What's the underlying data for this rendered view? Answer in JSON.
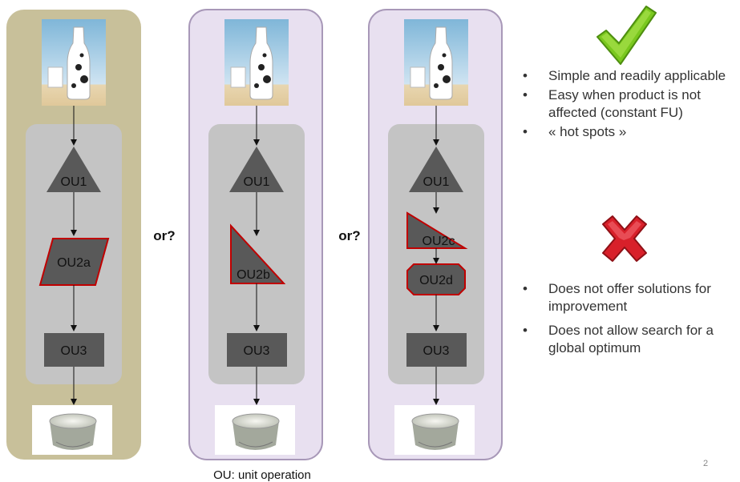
{
  "columns": [
    {
      "op1": "OU1",
      "op2a": "OU2a",
      "op3": "OU3"
    },
    {
      "op1": "OU1",
      "op2a": "OU2b",
      "op3": "OU3"
    },
    {
      "op1": "OU1",
      "op2a": "OU2c",
      "op2b": "OU2d",
      "op3": "OU3"
    }
  ],
  "or_labels": [
    "or?",
    "or?"
  ],
  "caption": "OU: unit operation",
  "page_number": "2",
  "pros": {
    "icon": "check-icon",
    "items": [
      "Simple and readily applicable",
      "Easy when product is not affected (constant FU)",
      "« hot spots »"
    ]
  },
  "cons": {
    "icon": "cross-icon",
    "items": [
      "Does not offer solutions for improvement",
      "Does not allow search for a global optimum"
    ]
  },
  "colors": {
    "panel1": "#c8c09a",
    "panel_light": "#e8e0f0",
    "panel_border": "#a898b8",
    "inner": "#c4c4c4",
    "shape": "#595959",
    "highlight": "#c00000",
    "check": "#7ac81e",
    "cross": "#d8202a"
  }
}
